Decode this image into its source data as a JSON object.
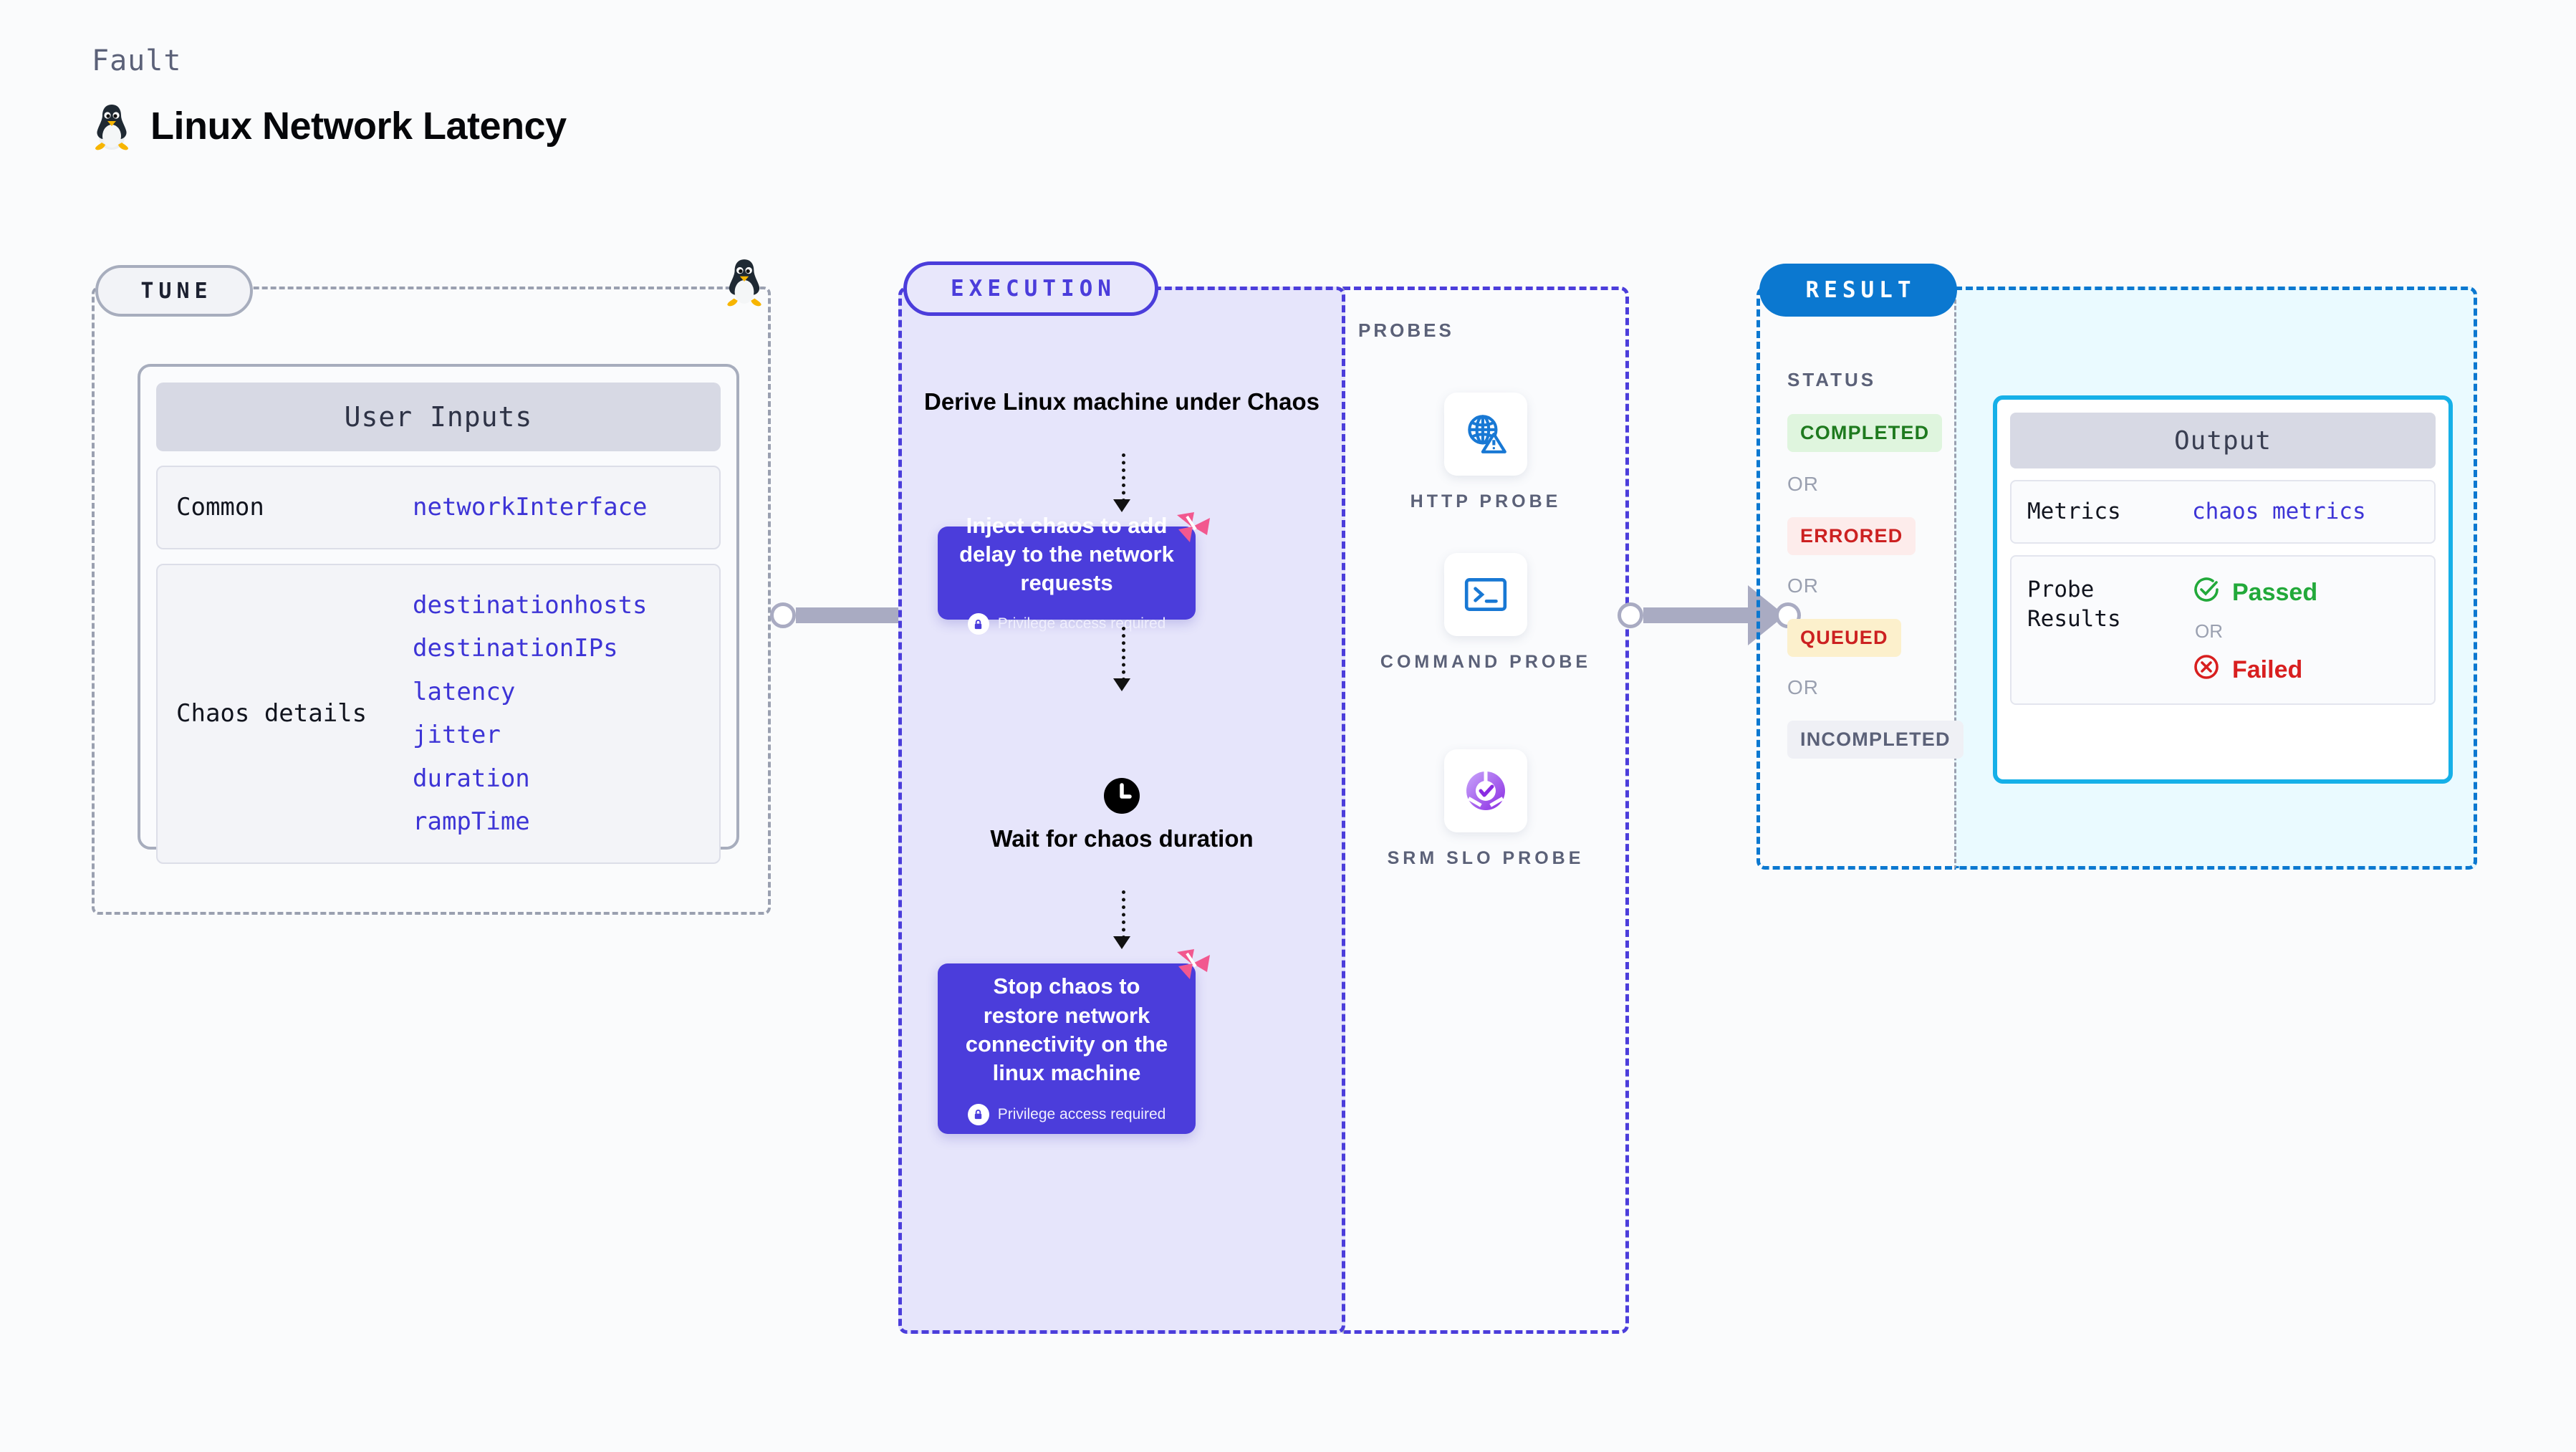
{
  "header": {
    "kicker": "Fault",
    "title": "Linux Network Latency",
    "icon": "linux-penguin-icon"
  },
  "tune": {
    "pill_label": "TUNE",
    "card_header": "User Inputs",
    "rows": [
      {
        "key": "Common",
        "values": [
          "networkInterface"
        ]
      },
      {
        "key": "Chaos details",
        "values": [
          "destinationhosts",
          "destinationIPs",
          "latency",
          "jitter",
          "duration",
          "rampTime"
        ]
      }
    ]
  },
  "execution": {
    "pill_label": "EXECUTION",
    "step_derive": "Derive Linux machine under Chaos",
    "card_inject": {
      "title": "Inject chaos to add delay to the network requests",
      "privilege": "Privilege access required",
      "badge_icon": "harness-logo-icon",
      "lock_icon": "lock-icon"
    },
    "step_wait": "Wait for chaos duration",
    "wait_icon": "clock-icon",
    "card_stop": {
      "title": "Stop chaos to restore network connectivity on the linux machine",
      "privilege": "Privilege access required",
      "badge_icon": "harness-logo-icon",
      "lock_icon": "lock-icon"
    }
  },
  "probes": {
    "label": "PROBES",
    "items": [
      {
        "label": "HTTP PROBE",
        "icon": "globe-warning-icon"
      },
      {
        "label": "COMMAND PROBE",
        "icon": "terminal-prompt-icon"
      },
      {
        "label": "SRM SLO PROBE",
        "icon": "slo-donut-check-icon"
      }
    ]
  },
  "result": {
    "pill_label": "RESULT",
    "status_label": "STATUS",
    "or_label": "OR",
    "statuses": [
      {
        "label": "COMPLETED",
        "color": "#1e7a1e",
        "bg": "#dff5de"
      },
      {
        "label": "ERRORED",
        "color": "#cc2121",
        "bg": "#fdeceb"
      },
      {
        "label": "QUEUED",
        "color": "#cc2121",
        "bg": "#fcf0cc"
      },
      {
        "label": "INCOMPLETED",
        "color": "#5b6178",
        "bg": "#eff0f5"
      }
    ],
    "output": {
      "header": "Output",
      "metrics_key": "Metrics",
      "metrics_value": "chaos metrics",
      "probe_key": "Probe Results",
      "passed_label": "Passed",
      "passed_icon": "check-circle-icon",
      "failed_label": "Failed",
      "failed_icon": "x-circle-icon",
      "or_label": "OR"
    }
  },
  "connectors": {
    "tune_to_execution": "arrow-right-icon",
    "probes_to_result": "arrow-right-icon"
  },
  "colors": {
    "accent_purple": "#4b3ddb",
    "accent_blue": "#0b78d0",
    "accent_cyan": "#16b0e8",
    "mono_value": "#3d34d6",
    "harness_pink": "#ef5c8f"
  }
}
